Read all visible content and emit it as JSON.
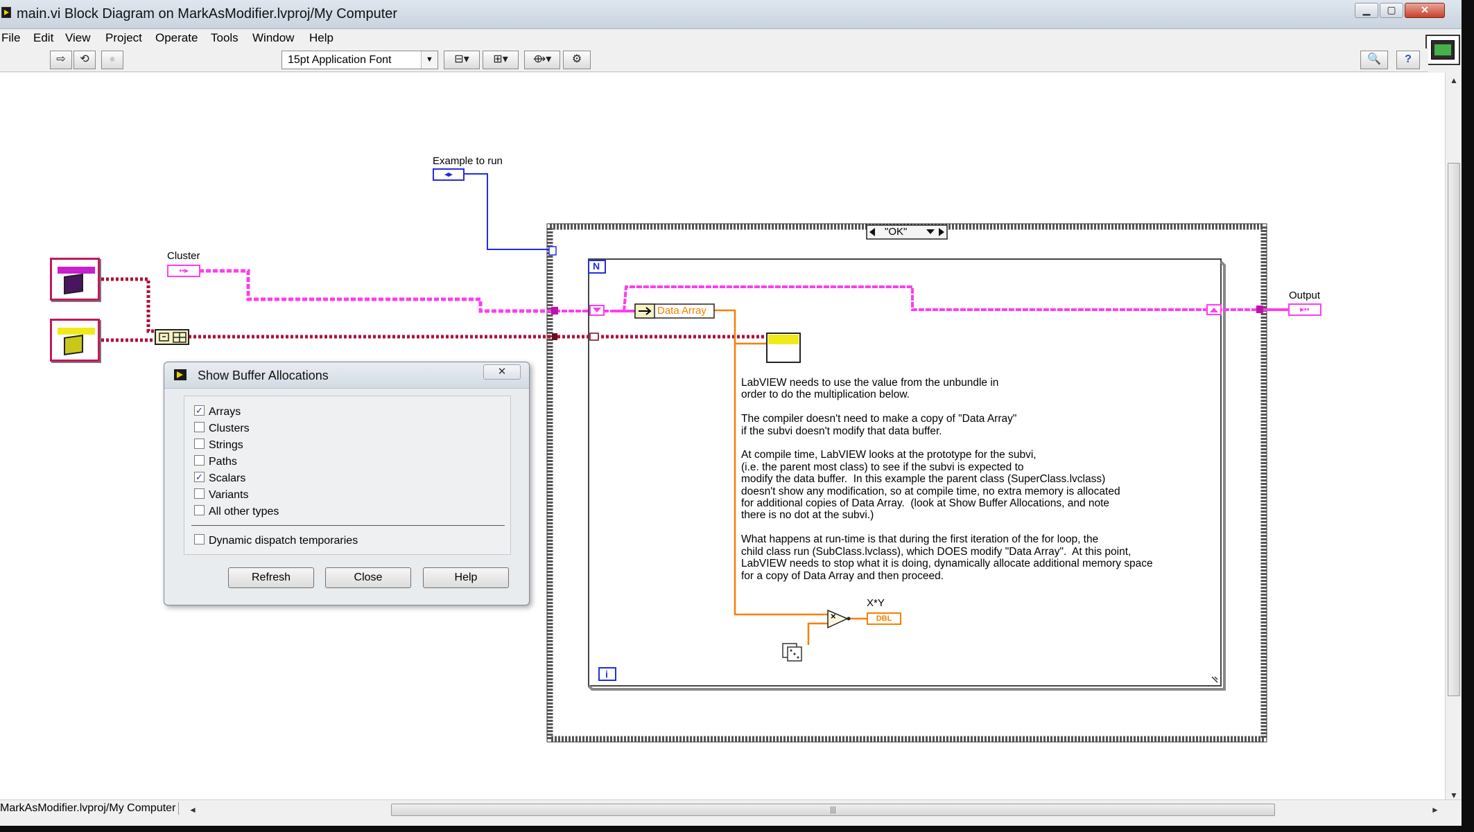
{
  "window": {
    "title": "main.vi Block Diagram on MarkAsModifier.lvproj/My Computer",
    "minimize": "▁",
    "restore": "▢",
    "close": "✕"
  },
  "menu": [
    "File",
    "Edit",
    "View",
    "Project",
    "Operate",
    "Tools",
    "Window",
    "Help"
  ],
  "toolbar": {
    "run": "⇨",
    "run_continuously": "⟲",
    "abort": "●",
    "font": "15pt Application Font",
    "align": "⊟▾",
    "distribute": "⊞▾",
    "reorder": "⟴▾",
    "cleanup": "⚙",
    "search": "🔍",
    "help": "?"
  },
  "diagram": {
    "example_label": "Example to run",
    "cluster_label": "Cluster",
    "output_label": "Output",
    "case_selector": "\"OK\"",
    "for_n": "N",
    "for_i": "i",
    "unbundle_item": "Data Array",
    "multiply_label": "X*Y",
    "dbl_terminal": "DBL",
    "multiply_symbol": "×",
    "comment": "LabVIEW needs to use the value from the unbundle in\norder to do the multiplication below.\n\nThe compiler doesn't need to make a copy of \"Data Array\"\nif the subvi doesn't modify that data buffer.\n\nAt compile time, LabVIEW looks at the prototype for the subvi,\n(i.e. the parent most class) to see if the subvi is expected to\nmodify the data buffer.  In this example the parent class (SuperClass.lvclass)\ndoesn't show any modification, so at compile time, no extra memory is allocated\nfor additional copies of Data Array.  (look at Show Buffer Allocations, and note\nthere is no dot at the subvi.)\n\nWhat happens at run-time is that during the first iteration of the for loop, the\nchild class run (SubClass.lvclass), which DOES modify \"Data Array\".  At this point,\nLabVIEW needs to stop what it is doing, dynamically allocate additional memory space\nfor a copy of Data Array and then proceed."
  },
  "dialog": {
    "title": "Show Buffer Allocations",
    "close": "✕",
    "options": [
      {
        "label": "Arrays",
        "checked": "✓"
      },
      {
        "label": "Clusters",
        "checked": ""
      },
      {
        "label": "Strings",
        "checked": ""
      },
      {
        "label": "Paths",
        "checked": ""
      },
      {
        "label": "Scalars",
        "checked": "✓"
      },
      {
        "label": "Variants",
        "checked": ""
      },
      {
        "label": "All other types",
        "checked": ""
      }
    ],
    "dynamic": {
      "label": "Dynamic dispatch temporaries",
      "checked": ""
    },
    "buttons": {
      "refresh": "Refresh",
      "close": "Close",
      "help": "Help"
    }
  },
  "status": {
    "path": "MarkAsModifier.lvproj/My Computer",
    "scroll_grip": "|||"
  },
  "colors": {
    "class_wire": "#c2185b",
    "cluster_wire": "#ff3cf0",
    "enum_wire": "#1f2ee0",
    "orange_wire": "#f77f00",
    "structure_border": "#555555"
  }
}
